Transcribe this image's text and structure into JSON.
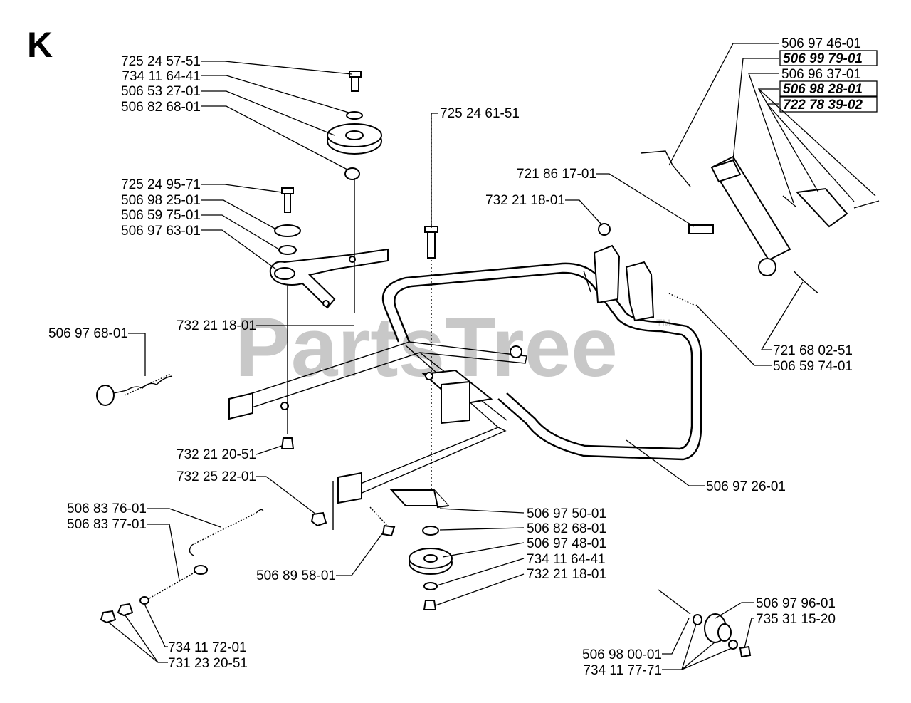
{
  "sheet_letter": "K",
  "watermark": "PartsTree",
  "watermark_tm": "TM",
  "callouts": [
    {
      "id": "c1",
      "number": "725 24 57-51",
      "boxed": false
    },
    {
      "id": "c2",
      "number": "734 11 64-41",
      "boxed": false
    },
    {
      "id": "c3",
      "number": "506 53 27-01",
      "boxed": false
    },
    {
      "id": "c4",
      "number": "506 82 68-01",
      "boxed": false
    },
    {
      "id": "c5",
      "number": "725 24 95-71",
      "boxed": false
    },
    {
      "id": "c6",
      "number": "506 98 25-01",
      "boxed": false
    },
    {
      "id": "c7",
      "number": "506 59 75-01",
      "boxed": false
    },
    {
      "id": "c8",
      "number": "506 97 63-01",
      "boxed": false
    },
    {
      "id": "c9",
      "number": "732 21 18-01",
      "boxed": false
    },
    {
      "id": "c10",
      "number": "506 97 68-01",
      "boxed": false
    },
    {
      "id": "c11",
      "number": "732 21 20-51",
      "boxed": false
    },
    {
      "id": "c12",
      "number": "732 25 22-01",
      "boxed": false
    },
    {
      "id": "c13",
      "number": "506 83 76-01",
      "boxed": false
    },
    {
      "id": "c14",
      "number": "506 83 77-01",
      "boxed": false
    },
    {
      "id": "c15",
      "number": "506 89 58-01",
      "boxed": false
    },
    {
      "id": "c16",
      "number": "734 11 72-01",
      "boxed": false
    },
    {
      "id": "c17",
      "number": "731 23 20-51",
      "boxed": false
    },
    {
      "id": "c18",
      "number": "725 24 61-51",
      "boxed": false
    },
    {
      "id": "c19",
      "number": "732 21 18-01",
      "boxed": false
    },
    {
      "id": "c20",
      "number": "721 86 17-01",
      "boxed": false
    },
    {
      "id": "c21",
      "number": "506 97 46-01",
      "boxed": false
    },
    {
      "id": "c22",
      "number": "506 99 79-01",
      "boxed": true
    },
    {
      "id": "c23",
      "number": "506 96 37-01",
      "boxed": false
    },
    {
      "id": "c24",
      "number": "506 98 28-01",
      "boxed": true
    },
    {
      "id": "c25",
      "number": "722 78 39-02",
      "boxed": true
    },
    {
      "id": "c26",
      "number": "721 68 02-51",
      "boxed": false
    },
    {
      "id": "c27",
      "number": "506 59 74-01",
      "boxed": false
    },
    {
      "id": "c28",
      "number": "506 97 26-01",
      "boxed": false
    },
    {
      "id": "c29",
      "number": "506 97 50-01",
      "boxed": false
    },
    {
      "id": "c30",
      "number": "506 82 68-01",
      "boxed": false
    },
    {
      "id": "c31",
      "number": "506 97 48-01",
      "boxed": false
    },
    {
      "id": "c32",
      "number": "734 11 64-41",
      "boxed": false
    },
    {
      "id": "c33",
      "number": "732 21 18-01",
      "boxed": false
    },
    {
      "id": "c34",
      "number": "506 97 96-01",
      "boxed": false
    },
    {
      "id": "c35",
      "number": "735 31 15-20",
      "boxed": false
    },
    {
      "id": "c36",
      "number": "506 98 00-01",
      "boxed": false
    },
    {
      "id": "c37",
      "number": "734 11 77-71",
      "boxed": false
    }
  ]
}
